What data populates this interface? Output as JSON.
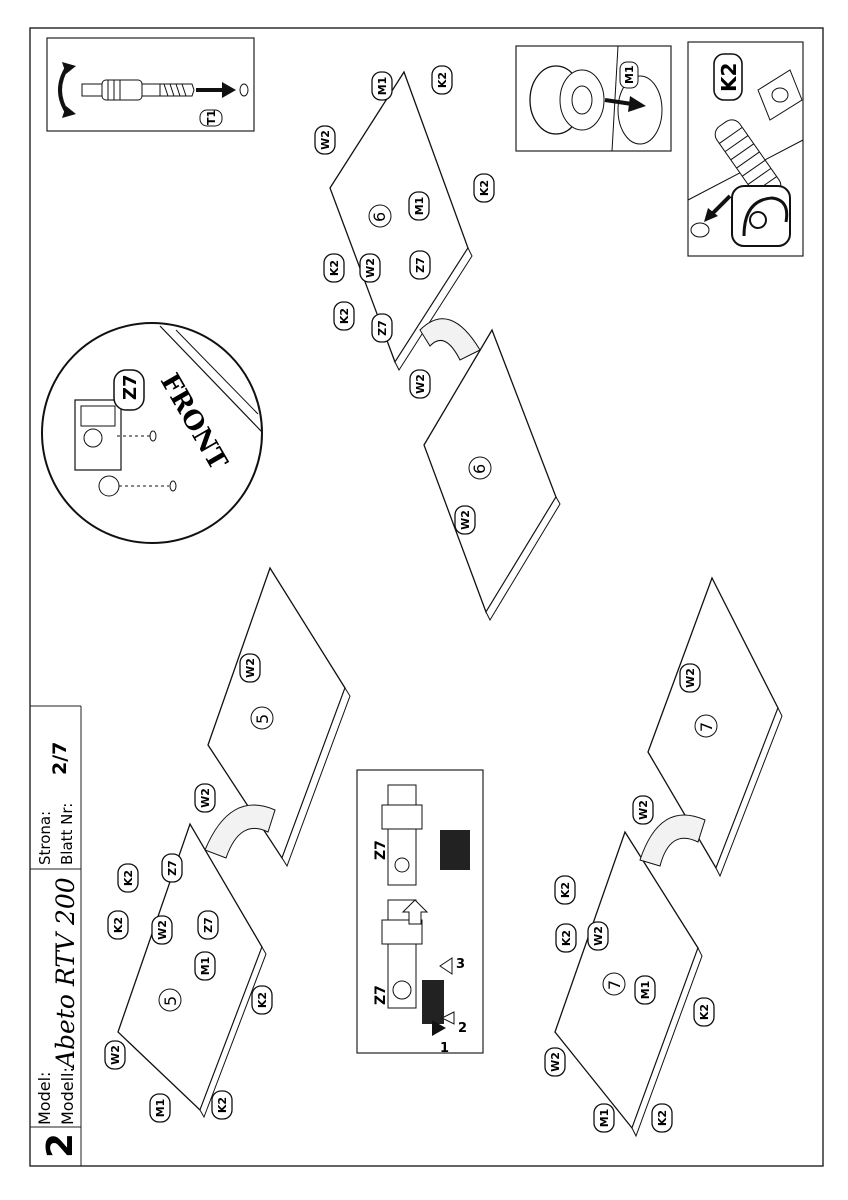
{
  "header": {
    "step_number": "2",
    "model_label_pl": "Model:",
    "model_label_de": "Modell:",
    "model_name": "Abeto RTV 200",
    "page_label_pl": "Strona:",
    "page_label_de": "Blatt Nr:",
    "page_value": "2/7"
  },
  "parts": {
    "w2": "W2",
    "k2": "K2",
    "m1": "M1",
    "z7": "Z7",
    "t1": "T1"
  },
  "panels": {
    "p5": "5",
    "p6": "6",
    "p7": "7"
  },
  "callouts": {
    "front": "FRONT",
    "z7_big": "Z7",
    "k2_big": "K2",
    "step1": "1",
    "step2": "2",
    "step3": "3"
  }
}
